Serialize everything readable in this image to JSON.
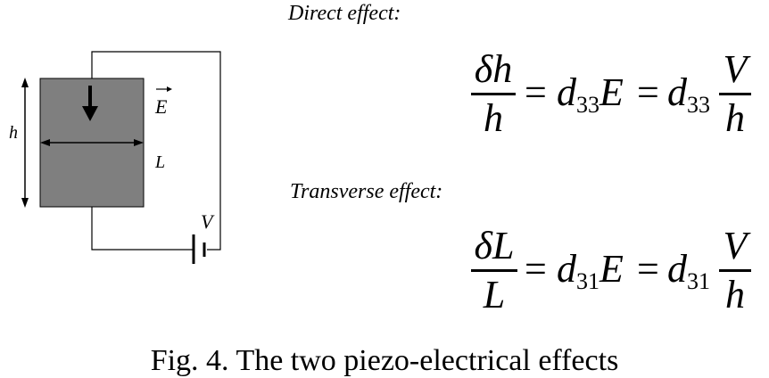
{
  "diagram": {
    "labels": {
      "height": "h",
      "length": "L",
      "field_symbol": "E",
      "voltage": "V"
    }
  },
  "direct": {
    "heading": "Direct effect:",
    "lhs_num": "δh",
    "lhs_den": "h",
    "eq1": "=",
    "coef_a": "d",
    "coef_a_sub": "33",
    "field": "E",
    "eq2": "=",
    "coef_b": "d",
    "coef_b_sub": "33",
    "rhs_num": "V",
    "rhs_den": "h"
  },
  "transverse": {
    "heading": "Transverse effect:",
    "lhs_num": "δL",
    "lhs_den": "L",
    "eq1": "=",
    "coef_a": "d",
    "coef_a_sub": "31",
    "field": "E",
    "eq2": "=",
    "coef_b": "d",
    "coef_b_sub": "31",
    "rhs_num": "V",
    "rhs_den": "h"
  },
  "caption": "Fig. 4. The two piezo-electrical effects",
  "colors": {
    "block_fill": "#7f7f7f",
    "line": "#000000",
    "background": "#ffffff"
  }
}
